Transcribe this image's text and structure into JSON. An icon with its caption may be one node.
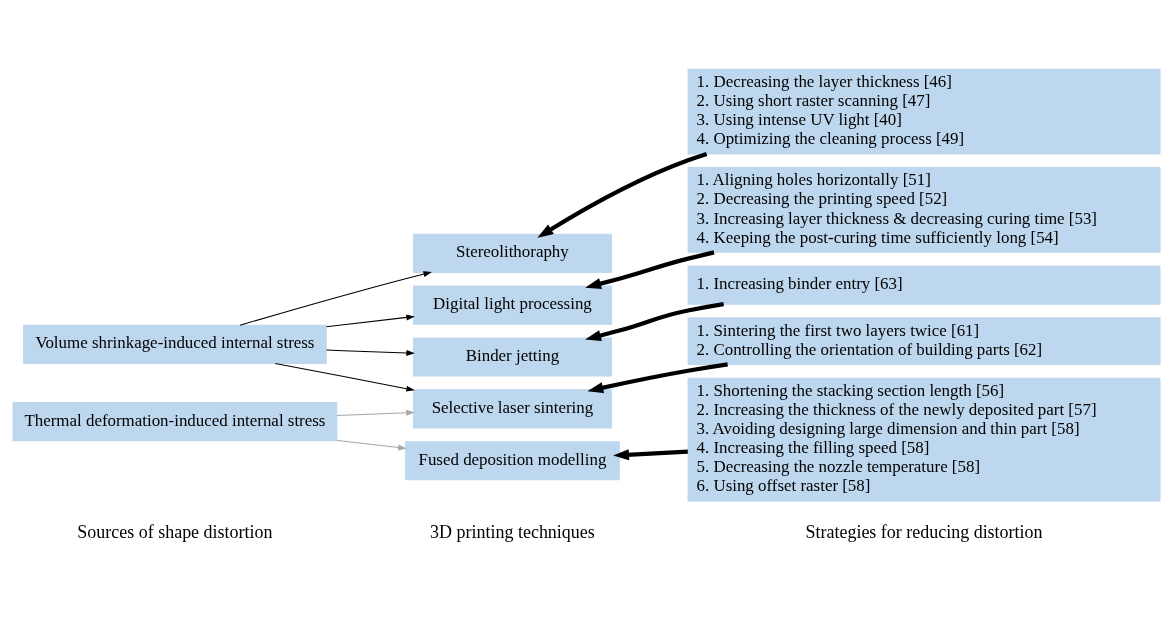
{
  "diagram": {
    "nodes": [
      {
        "text": [
          "Volume shrinkage-induced internal stress"
        ]
      },
      {
        "text": [
          "Thermal deformation-induced internal stress"
        ]
      },
      {
        "text": [
          "Stereolithoraphy"
        ]
      },
      {
        "text": [
          "Digital light processing"
        ]
      },
      {
        "text": [
          "Binder jetting"
        ]
      },
      {
        "text": [
          "Selective laser sintering"
        ]
      },
      {
        "text": [
          "Fused deposition modelling"
        ]
      },
      {
        "text": [
          "1. Decreasing the layer thickness [46]",
          "2. Using short raster scanning [47]",
          "3. Using intense UV light [40]",
          "4. Optimizing the cleaning process [49]"
        ]
      },
      {
        "text": [
          "1. Aligning holes horizontally [51]",
          "2. Decreasing the printing speed [52]",
          "3. Increasing layer thickness & decreasing curing time [53]",
          "4. Keeping the post-curing time sufficiently long [54]"
        ]
      },
      {
        "text": [
          "1. Increasing binder entry [63]"
        ]
      },
      {
        "text": [
          "1. Sintering the first two layers twice [61]",
          "2. Controlling the orientation of building parts [62]"
        ]
      },
      {
        "text": [
          "1. Shortening the stacking section length [56]",
          "2. Increasing the thickness of the newly deposited part [57]",
          "3. Avoiding designing large dimension and thin part [58]",
          "4. Increasing the filling speed [58]",
          "5. Decreasing the nozzle temperature [58]",
          "6. Using offset raster [58]"
        ]
      }
    ],
    "edges": [
      {
        "from": 0,
        "to": 2,
        "arrow": "to"
      },
      {
        "from": 0,
        "to": 3,
        "arrow": "to"
      },
      {
        "from": 0,
        "to": 4,
        "arrow": "to"
      },
      {
        "from": 0,
        "to": 5,
        "arrow": "to"
      },
      {
        "from": 1,
        "to": 5,
        "arrow": "to",
        "color": "#a6a6a6"
      },
      {
        "from": 1,
        "to": 6,
        "arrow": "to",
        "color": "#a6a6a6"
      },
      {
        "from": 7,
        "to": 2,
        "arrow": "to",
        "style": "thick"
      },
      {
        "from": 8,
        "to": 3,
        "arrow": "to",
        "style": "thick"
      },
      {
        "from": 9,
        "to": 4,
        "arrow": "to",
        "style": "thick"
      },
      {
        "from": 10,
        "to": 5,
        "arrow": "to",
        "style": "thick"
      },
      {
        "from": 11,
        "to": 6,
        "arrow": "to",
        "style": "thick"
      }
    ],
    "labels": [
      "Sources of shape distortion",
      "3D printing techniques",
      "Strategies for reducing distortion"
    ]
  }
}
